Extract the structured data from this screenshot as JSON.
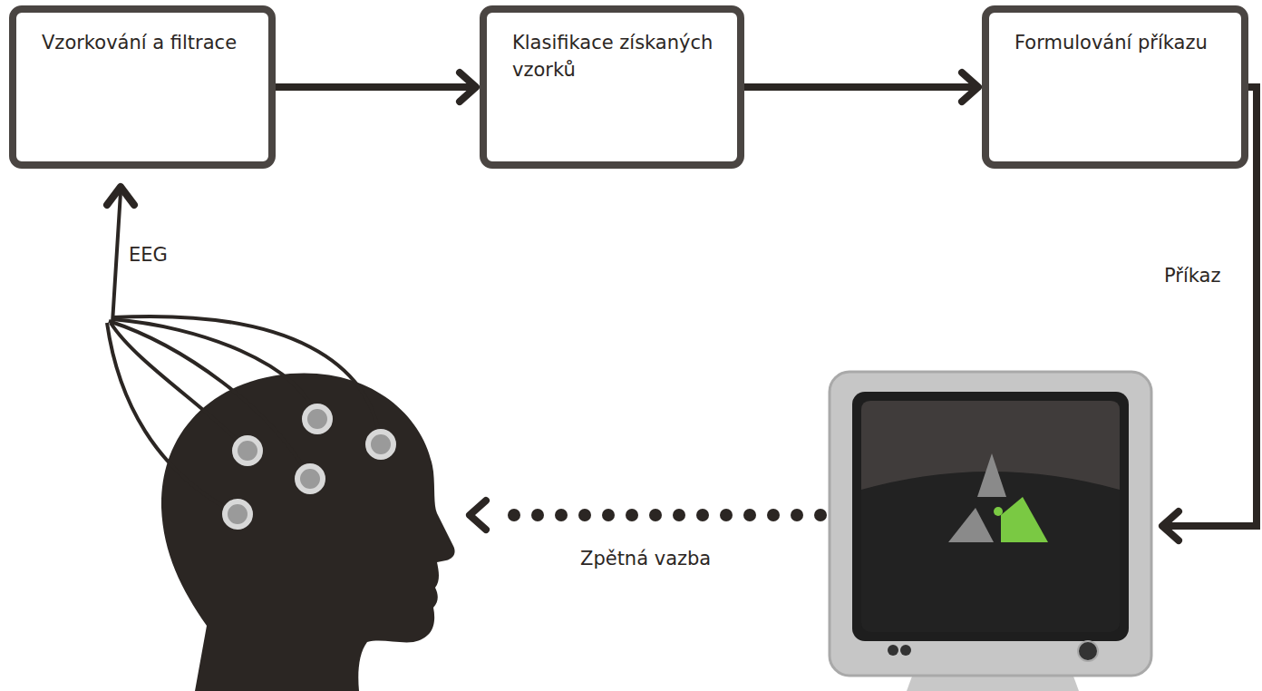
{
  "diagram": {
    "nodes": [
      {
        "text": [
          "Vzorkování a filtrace"
        ]
      },
      {
        "text": [
          "Klasifikace získaných vzorků"
        ]
      },
      {
        "text": [
          "Formulování příkazu"
        ]
      }
    ],
    "edges": [
      {
        "from": 0,
        "to": 1,
        "arrow": "to"
      },
      {
        "from": 1,
        "to": 2,
        "arrow": "to"
      }
    ],
    "labels": [
      "EEG",
      "Příkaz",
      "Zpětná vazba"
    ]
  }
}
